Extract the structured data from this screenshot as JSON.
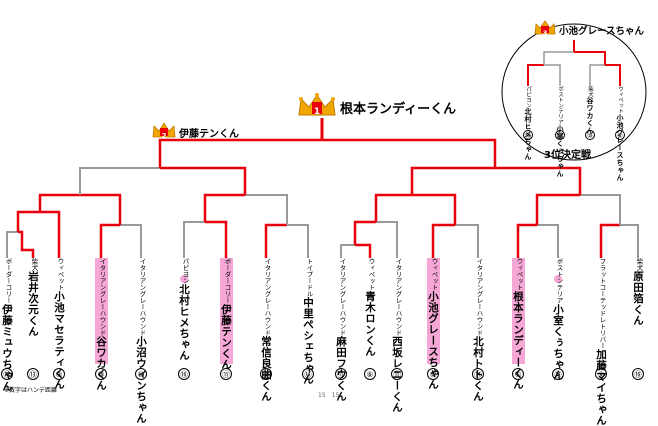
{
  "colors": {
    "win": "#e8000b",
    "lose": "#999999",
    "highlight": "#f6a7d6",
    "crown_gold": "#f0a500",
    "rank_red": "#e8000b"
  },
  "champion": {
    "rank": "1",
    "name": "根本ランディーくん"
  },
  "runner_up": {
    "rank": "2",
    "name": "伊藤テンくん"
  },
  "third": {
    "rank": "3",
    "name": "小池グレースちゃん",
    "title": "3位決定戦",
    "entrants": [
      {
        "breed": "パピヨン",
        "name": "北村ヒメちゃん",
        "seed": "⑯"
      },
      {
        "breed": "ボストンテリア",
        "name": "小室くぅちゃん",
        "seed": "⑭"
      },
      {
        "breed": "柴犬",
        "name": "谷ワカくん",
        "seed": "⑩"
      },
      {
        "breed": "ウィペット",
        "name": "小池グレースちゃん",
        "seed": "⑥"
      }
    ]
  },
  "entrants": [
    {
      "breed": "ボーダーコリー",
      "name": "伊藤ミュウちゃん",
      "seed": "⑯",
      "hl": false
    },
    {
      "breed": "柴犬",
      "name": "岩井次元くん",
      "seed": "⑬",
      "hl": false
    },
    {
      "breed": "ウィペット",
      "name": "小池マセラティくん",
      "seed": "③",
      "hl": false
    },
    {
      "breed": "イタリアングレーハウンド",
      "name": "谷ワカくん",
      "seed": "⑩",
      "hl": true
    },
    {
      "breed": "イタリアングレーハウンド",
      "name": "小沼ウィンちゃん",
      "seed": "⑩",
      "hl": false
    },
    {
      "breed": "パピヨン",
      "name": "北村ヒメちゃん",
      "seed": "⑯",
      "hl": false
    },
    {
      "breed": "ボーダーコリー",
      "name": "伊藤テンくん",
      "seed": "⑪",
      "hl": true
    },
    {
      "breed": "イタリアングレーハウンド",
      "name": "常信良曲くん",
      "seed": "⑨",
      "hl": false
    },
    {
      "breed": "トイプードル",
      "name": "中里ぺシェちゃん",
      "seed": "⑭",
      "hl": false
    },
    {
      "breed": "イタリアングレーハウンド",
      "name": "麻田フウくん",
      "seed": "⑪",
      "hl": false
    },
    {
      "breed": "ウィペット",
      "name": "青木ロンくん",
      "seed": "⑥",
      "hl": false
    },
    {
      "breed": "イタリアングレーハウンド",
      "name": "西坂レニーくん",
      "seed": "⑪",
      "hl": false
    },
    {
      "breed": "ウィペット",
      "name": "小池グレースちゃん",
      "seed": "⑥",
      "hl": true
    },
    {
      "breed": "イタリアングレーハウンド",
      "name": "北村トトくん",
      "seed": "⑭",
      "hl": false
    },
    {
      "breed": "ウィペット",
      "name": "根本ランディーくん",
      "seed": "⑤",
      "hl": true
    },
    {
      "breed": "ボストンテリア",
      "name": "小室くぅちゃん",
      "seed": "⑭",
      "hl": false
    },
    {
      "breed": "フラットコーテッドレトリバー",
      "name": "加藤マイちゃん",
      "seed": "⑨",
      "hl": false
    },
    {
      "breed": "柴犬",
      "name": "原田箔くん",
      "seed": "⑯",
      "hl": false
    }
  ],
  "footnote": "※数字はハンデ距離",
  "center_marks": "15　15"
}
